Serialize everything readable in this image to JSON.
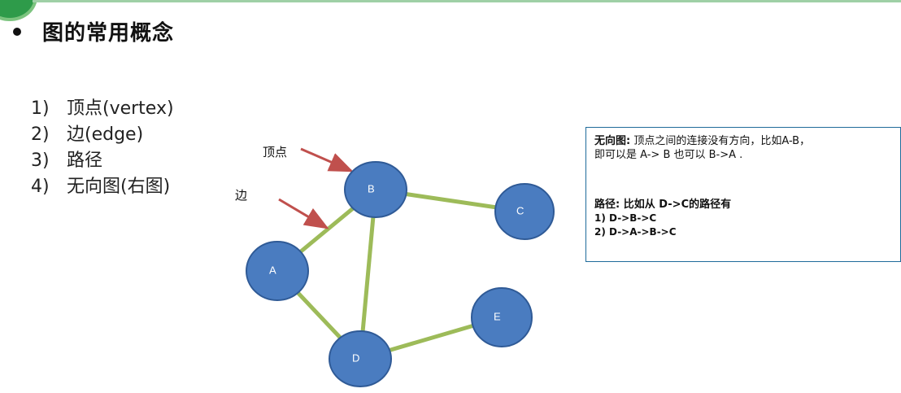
{
  "title": "图的常用概念",
  "concepts": [
    {
      "num": "1)",
      "text": "顶点(vertex)"
    },
    {
      "num": "2)",
      "text": "边(edge)"
    },
    {
      "num": "3)",
      "text": "路径"
    },
    {
      "num": "4)",
      "text": "无向图(右图)"
    }
  ],
  "annotations": {
    "vertex": "顶点",
    "edge": "边"
  },
  "graph": {
    "nodes": [
      "A",
      "B",
      "C",
      "D",
      "E"
    ],
    "edges": [
      [
        "A",
        "B"
      ],
      [
        "B",
        "C"
      ],
      [
        "B",
        "D"
      ],
      [
        "A",
        "D"
      ],
      [
        "D",
        "E"
      ]
    ],
    "node_color": "#4a7cc0",
    "node_border": "#2f5a96",
    "edge_color": "#9dbb59",
    "arrow_color": "#c0504d"
  },
  "note": {
    "undirected_head": "无向图:",
    "undirected_body": "顶点之间的连接没有方向，比如A-B，",
    "undirected_body2": "即可以是 A-> B 也可以 B->A .",
    "path_head": "路径: 比如从 D->C的路径有",
    "paths": [
      "1) D->B->C",
      "2) D->A->B->C"
    ]
  }
}
